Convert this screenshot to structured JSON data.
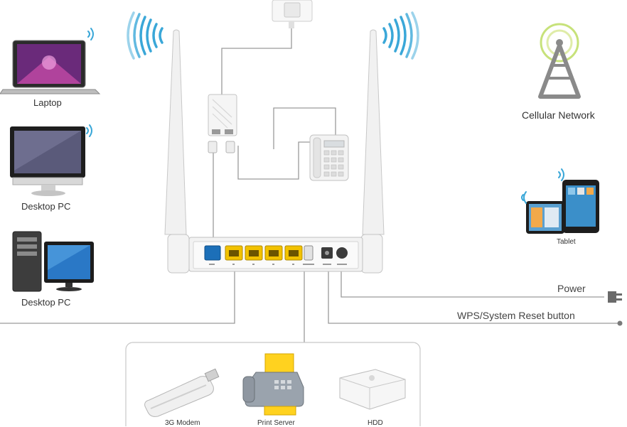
{
  "devices_left": {
    "laptop": "Laptop",
    "desktop1": "Desktop PC",
    "desktop2": "Desktop PC"
  },
  "devices_right": {
    "cellular": "Cellular Network",
    "tablet": "Tablet"
  },
  "callouts": {
    "power": "Power",
    "wps": "WPS/System Reset button"
  },
  "usb_devices": {
    "modem": "3G Modem",
    "print_server": "Print Server",
    "hdd": "HDD"
  },
  "colors": {
    "router_body": "#f2f2f2",
    "lan_port": "#f2c200",
    "wan_port": "#1c6fb8",
    "wifi_wave": "#3aa7d8",
    "connector_line": "#9a9a9a"
  }
}
